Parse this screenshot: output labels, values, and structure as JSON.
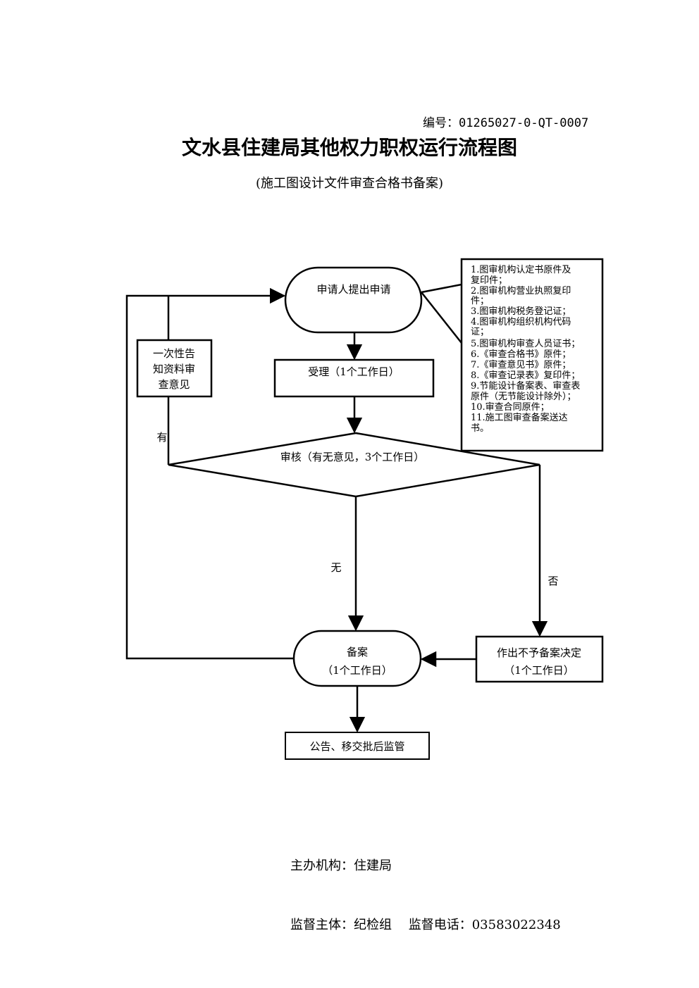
{
  "header": {
    "doc_number": "编号：01265027-0-QT-0007",
    "title": "文水县住建局其他权力职权运行流程图",
    "subtitle": "(施工图设计文件审查合格书备案)"
  },
  "flow": {
    "apply": "申请人提出申请",
    "notice_lines": [
      "一次性告",
      "知资料审",
      "查意见"
    ],
    "accept": "受理（1个工作日）",
    "review": "审核（有无意见，3个工作日）",
    "label_yes": "有",
    "label_none": "无",
    "label_no": "否",
    "record_line1": "备案",
    "record_line2": "（1个工作日）",
    "reject_line1": "作出不予备案决定",
    "reject_line2": "（1个工作日）",
    "publish": "公告、移交批后监管",
    "materials": [
      "1.图审机构认定书原件及",
      "复印件；",
      "2.图审机构营业执照复印",
      "件；",
      "3.图审机构税务登记证；",
      "4.图审机构组织机构代码",
      "证；",
      "5.图审机构审查人员证书；",
      "6.《审查合格书》原件；",
      "7.《审查意见书》原件；",
      "8.《审查记录表》复印件；",
      "9.节能设计备案表、审查表",
      "原件（无节能设计除外）；",
      "10.审查合同原件；",
      "11.施工图审查备案送达",
      "书。"
    ]
  },
  "footer": {
    "organizer": "主办机构：住建局",
    "supervisor": "监督主体：纪检组　 监督电话：03583022348"
  }
}
